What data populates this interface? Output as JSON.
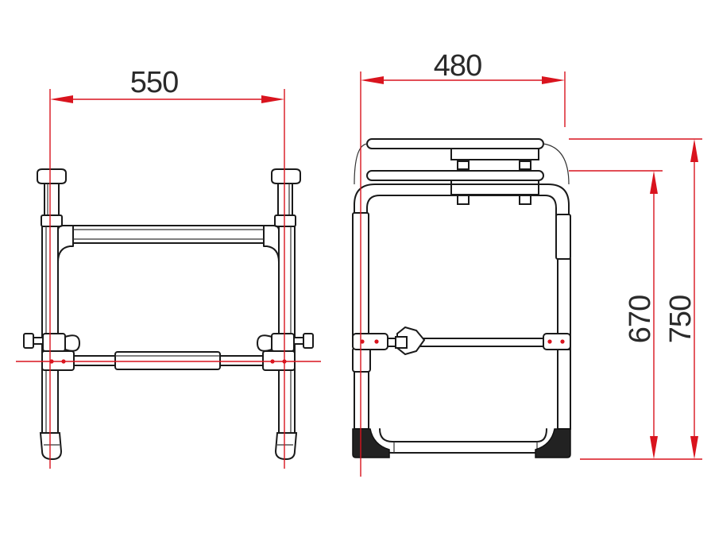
{
  "dimensions": {
    "front_width": {
      "value": "550",
      "color": "#d9141e"
    },
    "side_width": {
      "value": "480",
      "color": "#d9141e"
    },
    "height_inner": {
      "value": "670",
      "color": "#d9141e"
    },
    "height_total": {
      "value": "750",
      "color": "#d9141e"
    }
  },
  "colors": {
    "dimension": "#d9141e",
    "outline": "#1a1a1a",
    "background": "#ffffff"
  }
}
